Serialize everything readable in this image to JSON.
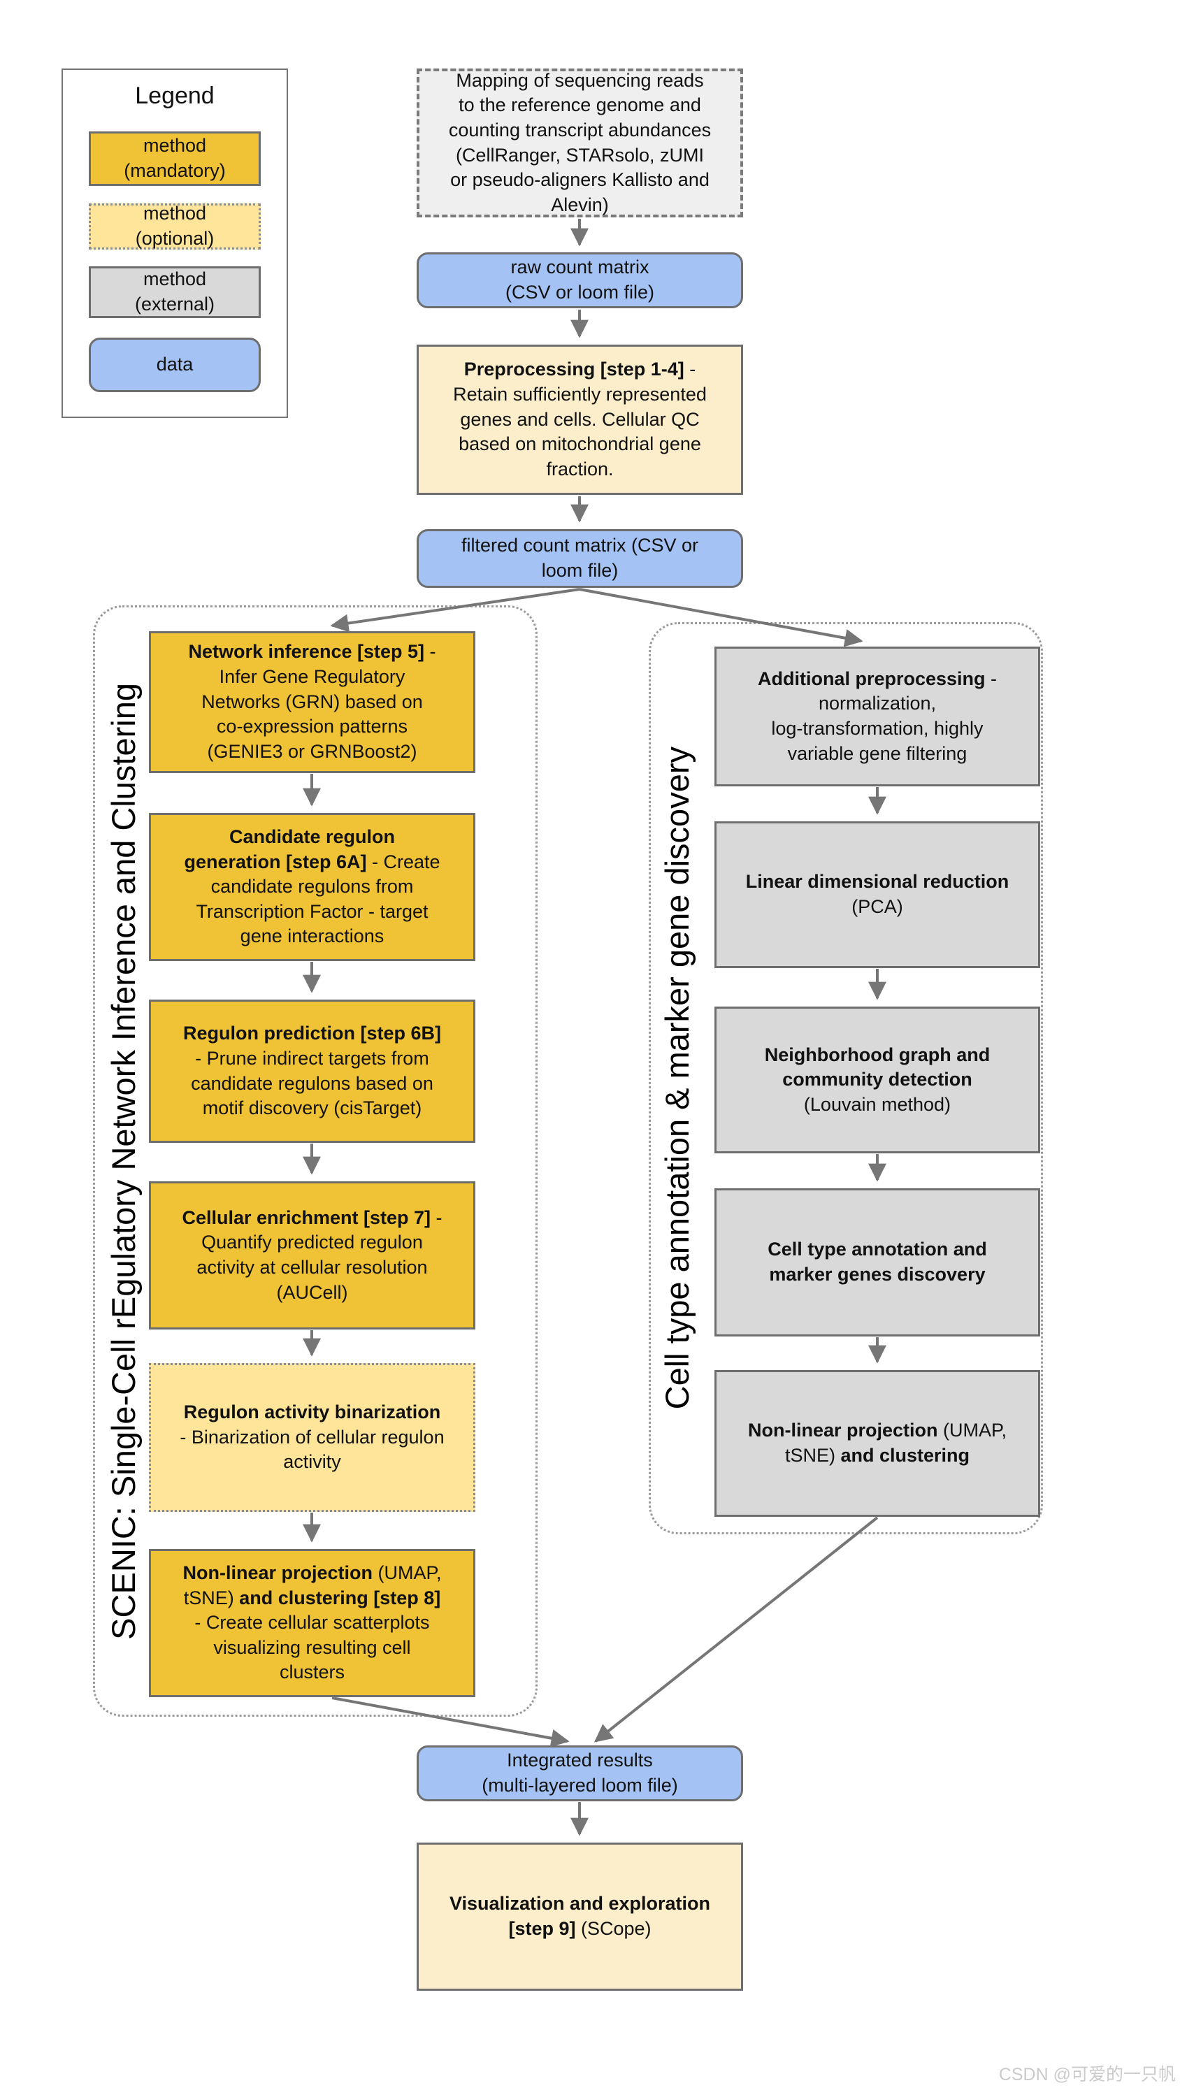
{
  "colors": {
    "method_mandatory": "#F0C236",
    "method_optional": "#FFE599",
    "method_external": "#D9D9D9",
    "external_input": "#EFEFEF",
    "data_node": "#A4C2F4",
    "method_cream": "#FCEECB",
    "box_border": "#6E6E6E",
    "dotted_container_border": "#9A9A9A",
    "arrow": "#767676",
    "watermark": "#CBCBCB"
  },
  "legend": {
    "title": "Legend",
    "items": [
      {
        "style": "mandatory",
        "segments": [
          {
            "t": "method"
          },
          {
            "br": true
          },
          {
            "t": "(mandatory)"
          }
        ]
      },
      {
        "style": "optional",
        "segments": [
          {
            "t": "method"
          },
          {
            "br": true
          },
          {
            "t": "(optional)"
          }
        ]
      },
      {
        "style": "external",
        "segments": [
          {
            "t": "method"
          },
          {
            "br": true
          },
          {
            "t": "(external)"
          }
        ]
      },
      {
        "style": "data",
        "segments": [
          {
            "t": "data"
          }
        ]
      }
    ]
  },
  "groups": {
    "scenic": {
      "label": "SCENIC: Single-Cell rEgulatory Network Inference and Clustering"
    },
    "celltype": {
      "label": "Cell type annotation & marker gene discovery"
    }
  },
  "nodes": {
    "mapping": {
      "segments": [
        {
          "t": "Mapping of sequencing reads"
        },
        {
          "br": true
        },
        {
          "t": "to the reference genome and"
        },
        {
          "br": true
        },
        {
          "t": "counting transcript abundances"
        },
        {
          "br": true
        },
        {
          "t": "(CellRanger, STARsolo, zUMI"
        },
        {
          "br": true
        },
        {
          "t": "or pseudo-aligners Kallisto and"
        },
        {
          "br": true
        },
        {
          "t": "Alevin)"
        }
      ]
    },
    "raw_count_matrix": {
      "segments": [
        {
          "t": "raw count matrix"
        },
        {
          "br": true
        },
        {
          "t": "(CSV or loom file)"
        }
      ]
    },
    "preprocessing": {
      "segments": [
        {
          "t": "Preprocessing [step 1-4]",
          "b": true
        },
        {
          "t": " -"
        },
        {
          "br": true
        },
        {
          "t": "Retain sufficiently represented"
        },
        {
          "br": true
        },
        {
          "t": "genes and cells. Cellular QC"
        },
        {
          "br": true
        },
        {
          "t": "based on mitochondrial gene"
        },
        {
          "br": true
        },
        {
          "t": "fraction."
        }
      ]
    },
    "filtered_count_matrix": {
      "segments": [
        {
          "t": "filtered count matrix (CSV or"
        },
        {
          "br": true
        },
        {
          "t": "loom file)"
        }
      ]
    },
    "network_inference": {
      "segments": [
        {
          "t": "Network inference [step 5]",
          "b": true
        },
        {
          "t": " -"
        },
        {
          "br": true
        },
        {
          "t": "Infer Gene Regulatory"
        },
        {
          "br": true
        },
        {
          "t": "Networks (GRN) based on"
        },
        {
          "br": true
        },
        {
          "t": "co-expression patterns"
        },
        {
          "br": true
        },
        {
          "t": "(GENIE3 or GRNBoost2)"
        }
      ]
    },
    "candidate_regulon_generation": {
      "segments": [
        {
          "t": "Candidate regulon",
          "b": true
        },
        {
          "br": true
        },
        {
          "t": "generation  [step 6A]",
          "b": true
        },
        {
          "t": " - Create"
        },
        {
          "br": true
        },
        {
          "t": "candidate regulons from"
        },
        {
          "br": true
        },
        {
          "t": "Transcription Factor - target"
        },
        {
          "br": true
        },
        {
          "t": "gene interactions"
        }
      ]
    },
    "regulon_prediction": {
      "segments": [
        {
          "t": "Regulon prediction [step 6B]",
          "b": true
        },
        {
          "br": true
        },
        {
          "t": "- Prune indirect targets from"
        },
        {
          "br": true
        },
        {
          "t": "candidate regulons based on"
        },
        {
          "br": true
        },
        {
          "t": "motif discovery (cisTarget)"
        }
      ]
    },
    "cellular_enrichment": {
      "segments": [
        {
          "t": "Cellular enrichment [step 7]",
          "b": true
        },
        {
          "t": " -"
        },
        {
          "br": true
        },
        {
          "t": "Quantify predicted regulon"
        },
        {
          "br": true
        },
        {
          "t": "activity at cellular resolution"
        },
        {
          "br": true
        },
        {
          "t": "(AUCell)"
        }
      ]
    },
    "regulon_activity_binarization": {
      "segments": [
        {
          "t": "Regulon activity binarization",
          "b": true
        },
        {
          "br": true
        },
        {
          "t": "- Binarization of cellular regulon"
        },
        {
          "br": true
        },
        {
          "t": "activity"
        }
      ]
    },
    "nonlinear_projection_scenic": {
      "segments": [
        {
          "t": "Non-linear projection",
          "b": true
        },
        {
          "t": " (UMAP,"
        },
        {
          "br": true
        },
        {
          "t": "tSNE) "
        },
        {
          "t": "and clustering [step 8]",
          "b": true
        },
        {
          "br": true
        },
        {
          "t": "- Create cellular scatterplots"
        },
        {
          "br": true
        },
        {
          "t": "visualizing resulting cell"
        },
        {
          "br": true
        },
        {
          "t": "clusters"
        }
      ]
    },
    "additional_preprocessing": {
      "segments": [
        {
          "t": "Additional preprocessing",
          "b": true
        },
        {
          "t": " -"
        },
        {
          "br": true
        },
        {
          "t": "normalization,"
        },
        {
          "br": true
        },
        {
          "t": "log-transformation, highly"
        },
        {
          "br": true
        },
        {
          "t": "variable gene filtering"
        }
      ]
    },
    "linear_dimensional_reduction": {
      "segments": [
        {
          "t": "Linear dimensional reduction",
          "b": true
        },
        {
          "br": true
        },
        {
          "t": "(PCA)"
        }
      ]
    },
    "neighborhood_graph": {
      "segments": [
        {
          "t": "Neighborhood graph and",
          "b": true
        },
        {
          "br": true
        },
        {
          "t": "community detection",
          "b": true
        },
        {
          "br": true
        },
        {
          "t": "(Louvain method)"
        }
      ]
    },
    "cell_type_annotation": {
      "segments": [
        {
          "t": "Cell type annotation and",
          "b": true
        },
        {
          "br": true
        },
        {
          "t": "marker genes discovery",
          "b": true
        }
      ]
    },
    "nonlinear_projection_right": {
      "segments": [
        {
          "t": "Non-linear projection",
          "b": true
        },
        {
          "t": " (UMAP,"
        },
        {
          "br": true
        },
        {
          "t": "tSNE) "
        },
        {
          "t": "and clustering",
          "b": true
        }
      ]
    },
    "integrated_results": {
      "segments": [
        {
          "t": "Integrated results"
        },
        {
          "br": true
        },
        {
          "t": "(multi-layered loom file)"
        }
      ]
    },
    "visualization_exploration": {
      "segments": [
        {
          "t": "Visualization and exploration",
          "b": true
        },
        {
          "br": true
        },
        {
          "t": "[step 9]",
          "b": true
        },
        {
          "t": " (SCope)"
        }
      ]
    }
  },
  "watermark": {
    "text": "CSDN @可爱的一只帆"
  }
}
